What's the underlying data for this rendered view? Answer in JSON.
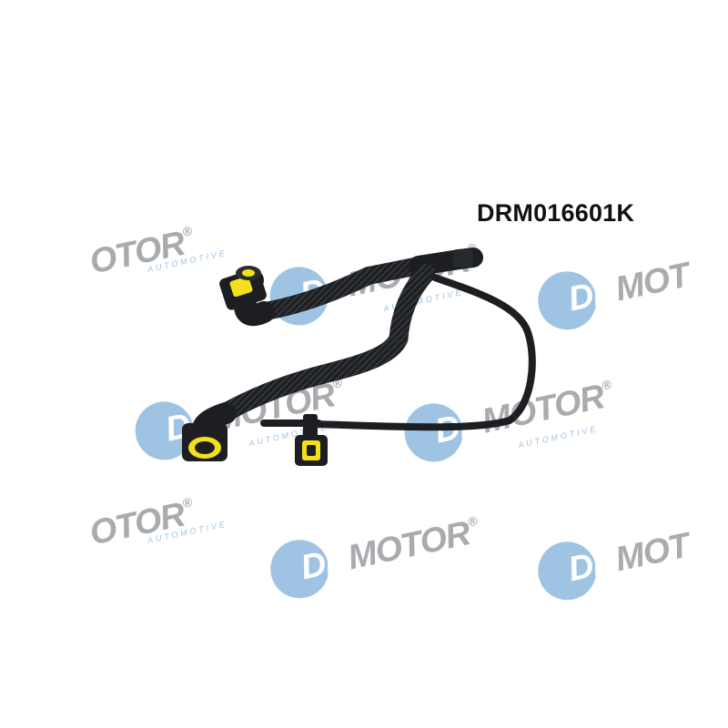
{
  "product_code": "DRM016601K",
  "watermark": {
    "dr": "DR",
    "brand": "MOTOR",
    "reg": "®",
    "sub": "AUTOMOTIVE",
    "brand_cut": "OTOR",
    "brand_cut_right": "MOT",
    "circle_color": "#9ec3e3",
    "text_color": "#a9abae"
  },
  "part": {
    "hose_color": "#1c1e21",
    "connector_color": "#f2e01c"
  }
}
